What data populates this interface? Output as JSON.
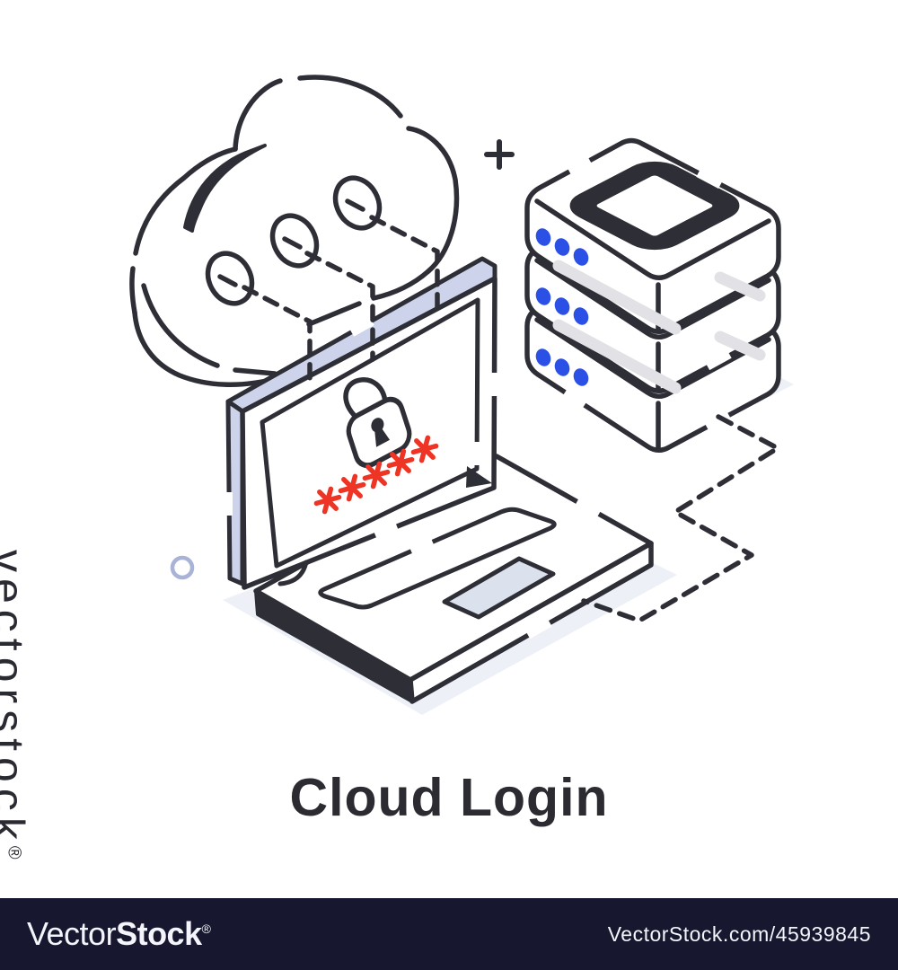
{
  "title": "Cloud Login",
  "watermarks": {
    "side_text": "vectorstock",
    "side_reg": "®",
    "footer_brand_light": "Vector",
    "footer_brand_bold": "Stock",
    "footer_reg": "®",
    "footer_ref": "VectorStock.com/45939845"
  },
  "illustration": {
    "password_mask": "*****",
    "icons": [
      "cloud-icon",
      "server-stack-icon",
      "laptop-icon",
      "padlock-icon",
      "plus-icon",
      "connection-dashed-lines",
      "small-circle-accent"
    ],
    "colors": {
      "line": "#2e2e36",
      "accent_blue": "#2b50e6",
      "alert_red": "#ee3525",
      "lavender": "#ccd3ea",
      "panel_light": "#dce1ee",
      "shadow": "#edf0f7",
      "footer_bg": "#17172f"
    }
  }
}
